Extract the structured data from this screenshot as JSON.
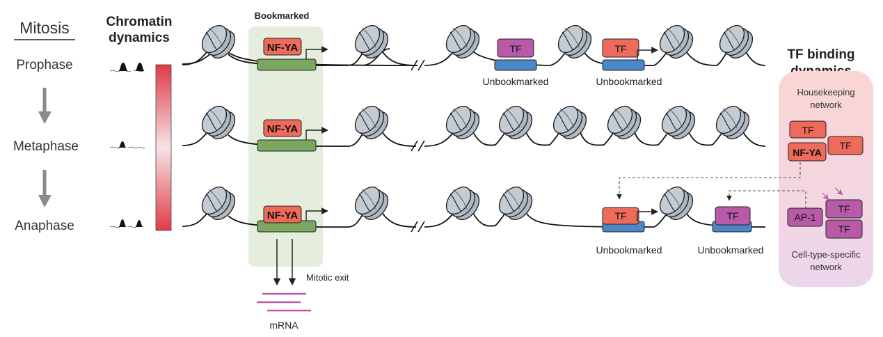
{
  "left_panel": {
    "title": "Mitosis",
    "phases": [
      "Prophase",
      "Metaphase",
      "Anaphase"
    ]
  },
  "chromatin": {
    "title_line1": "Chromatin",
    "title_line2": "dynamics",
    "gradient_top_color": "#e03a47",
    "gradient_mid_color": "#f6e3e6"
  },
  "bookmarked_label": "Bookmarked",
  "bookmarked_factor": "NF-YA",
  "tf_label": "TF",
  "unbookmarked_label": "Unbookmarked",
  "exit": {
    "label": "Mitotic exit",
    "mrna_label": "mRNA"
  },
  "tf_panel": {
    "title_line1": "TF binding",
    "title_line2": "dynamics",
    "housekeeping_line1": "Housekeeping",
    "housekeeping_line2": "network",
    "housekeeping_factors": [
      "TF",
      "NF-YA",
      "TF"
    ],
    "cts_factors": [
      "AP-1",
      "TF",
      "TF"
    ],
    "cts_line1": "Cell-type-specific",
    "cts_line2": "network"
  },
  "colors": {
    "salmon": "#ee6a5b",
    "purple": "#b85aa8",
    "green_gene": "#7aa860",
    "blue_gene": "#4a86c8",
    "bookmark_bg": "#e5eddd",
    "nucleosome": "#aeb9c3",
    "mrna": "#c15aa6"
  }
}
